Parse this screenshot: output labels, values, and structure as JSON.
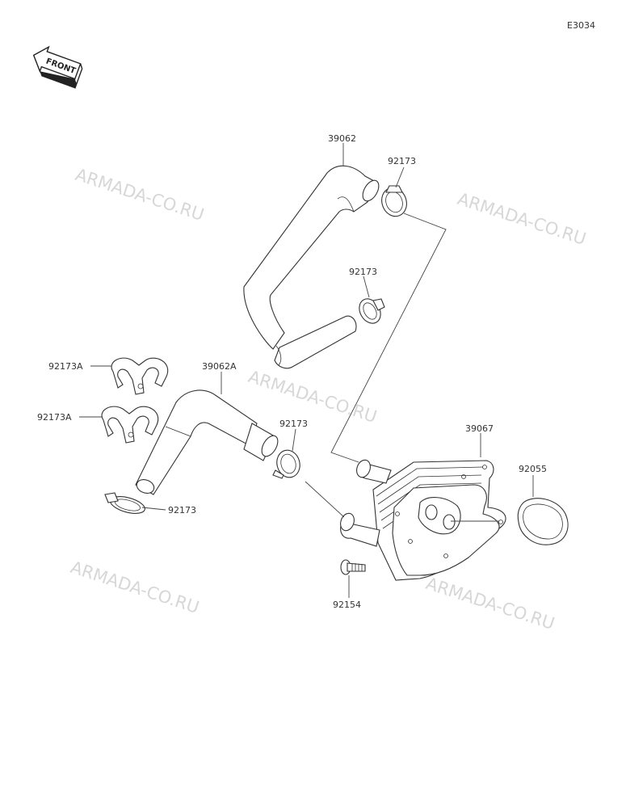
{
  "diagram_code": "E3034",
  "front_label": "FRONT",
  "watermark": "ARMADA-CO.RU",
  "parts": {
    "hose_upper": "39062",
    "hose_lower": "39062A",
    "oil_cooler": "39067",
    "gasket": "92055",
    "bolt": "92154",
    "clamp": "92173",
    "clip": "92173A"
  }
}
